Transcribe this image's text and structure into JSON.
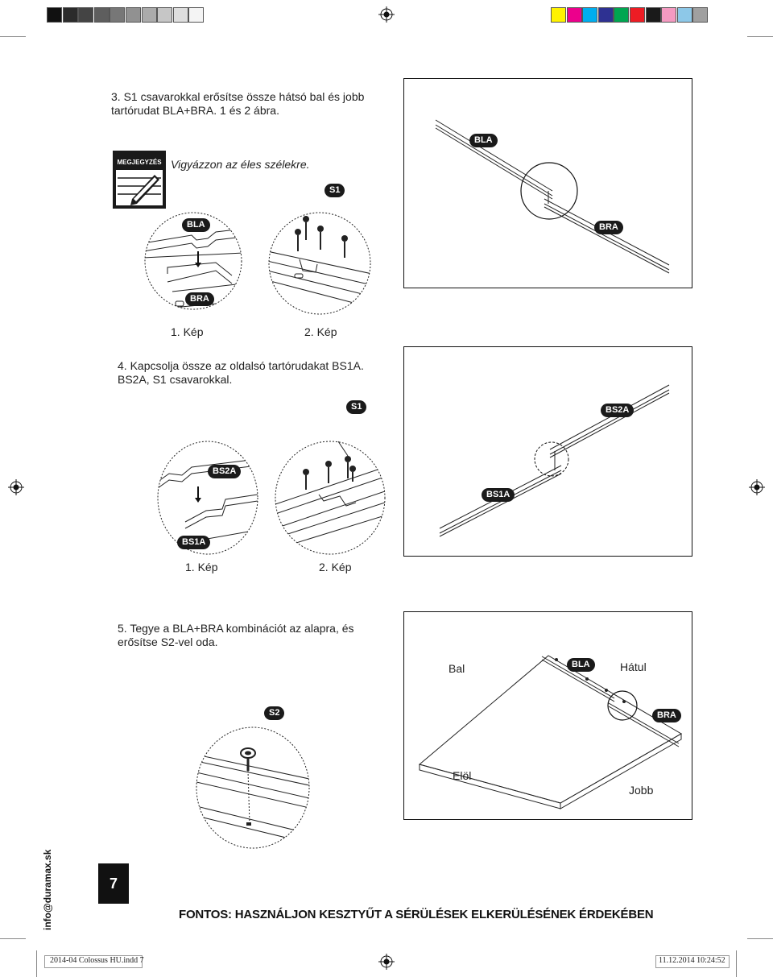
{
  "color_bar": {
    "grays": [
      "#111111",
      "#2b2b2b",
      "#444444",
      "#5e5e5e",
      "#777777",
      "#919191",
      "#ababab",
      "#c6c6c6",
      "#dedede",
      "#f4f4f4"
    ],
    "colors": [
      "#fff200",
      "#ec008c",
      "#00aeef",
      "#2e3192",
      "#00a651",
      "#ed1c24",
      "#1a1a1a",
      "#f49ac1",
      "#8dc8e8",
      "#a0a0a0"
    ]
  },
  "step3": {
    "line1": "3. S1 csavarokkal erősítse össze hátsó bal és jobb",
    "line2": "tartórudat BLA+BRA. 1 és 2 ábra.",
    "note_badge": "MEGJEGYZÉS",
    "note_text": "Vigyázzon az éles szélekre.",
    "fig1_top": "BLA",
    "fig1_bottom": "BRA",
    "fig2_label": "S1",
    "caption1": "1. Kép",
    "caption2": "2. Kép",
    "frame_top": "BLA",
    "frame_bottom": "BRA"
  },
  "step4": {
    "line1": "4. Kapcsolja össze az oldalsó tartórudakat BS1A.",
    "line2": "BS2A, S1 csavarokkal.",
    "fig1_top": "BS2A",
    "fig1_bottom": "BS1A",
    "fig2_label": "S1",
    "caption1": "1. Kép",
    "caption2": "2. Kép",
    "frame_top": "BS2A",
    "frame_bottom": "BS1A"
  },
  "step5": {
    "line1": "5. Tegye a BLA+BRA kombinációt az alapra, és",
    "line2": "erősítse S2-vel oda.",
    "detail_label": "S2",
    "frame_bla": "BLA",
    "frame_bra": "BRA",
    "bal": "Bal",
    "hatul": "Hátul",
    "elol": "Elöl",
    "jobb": "Jobb"
  },
  "footer": {
    "side_url": "info@duramax.sk",
    "page_number": "7",
    "warning": "FONTOS: HASZNÁLJON KESZTYŰT A SÉRÜLÉSEK ELKERÜLÉSÉNEK ÉRDEKÉBEN",
    "slug_left": "2014-04 Colossus HU.indd   7",
    "slug_right": "11.12.2014   10:24:52"
  }
}
